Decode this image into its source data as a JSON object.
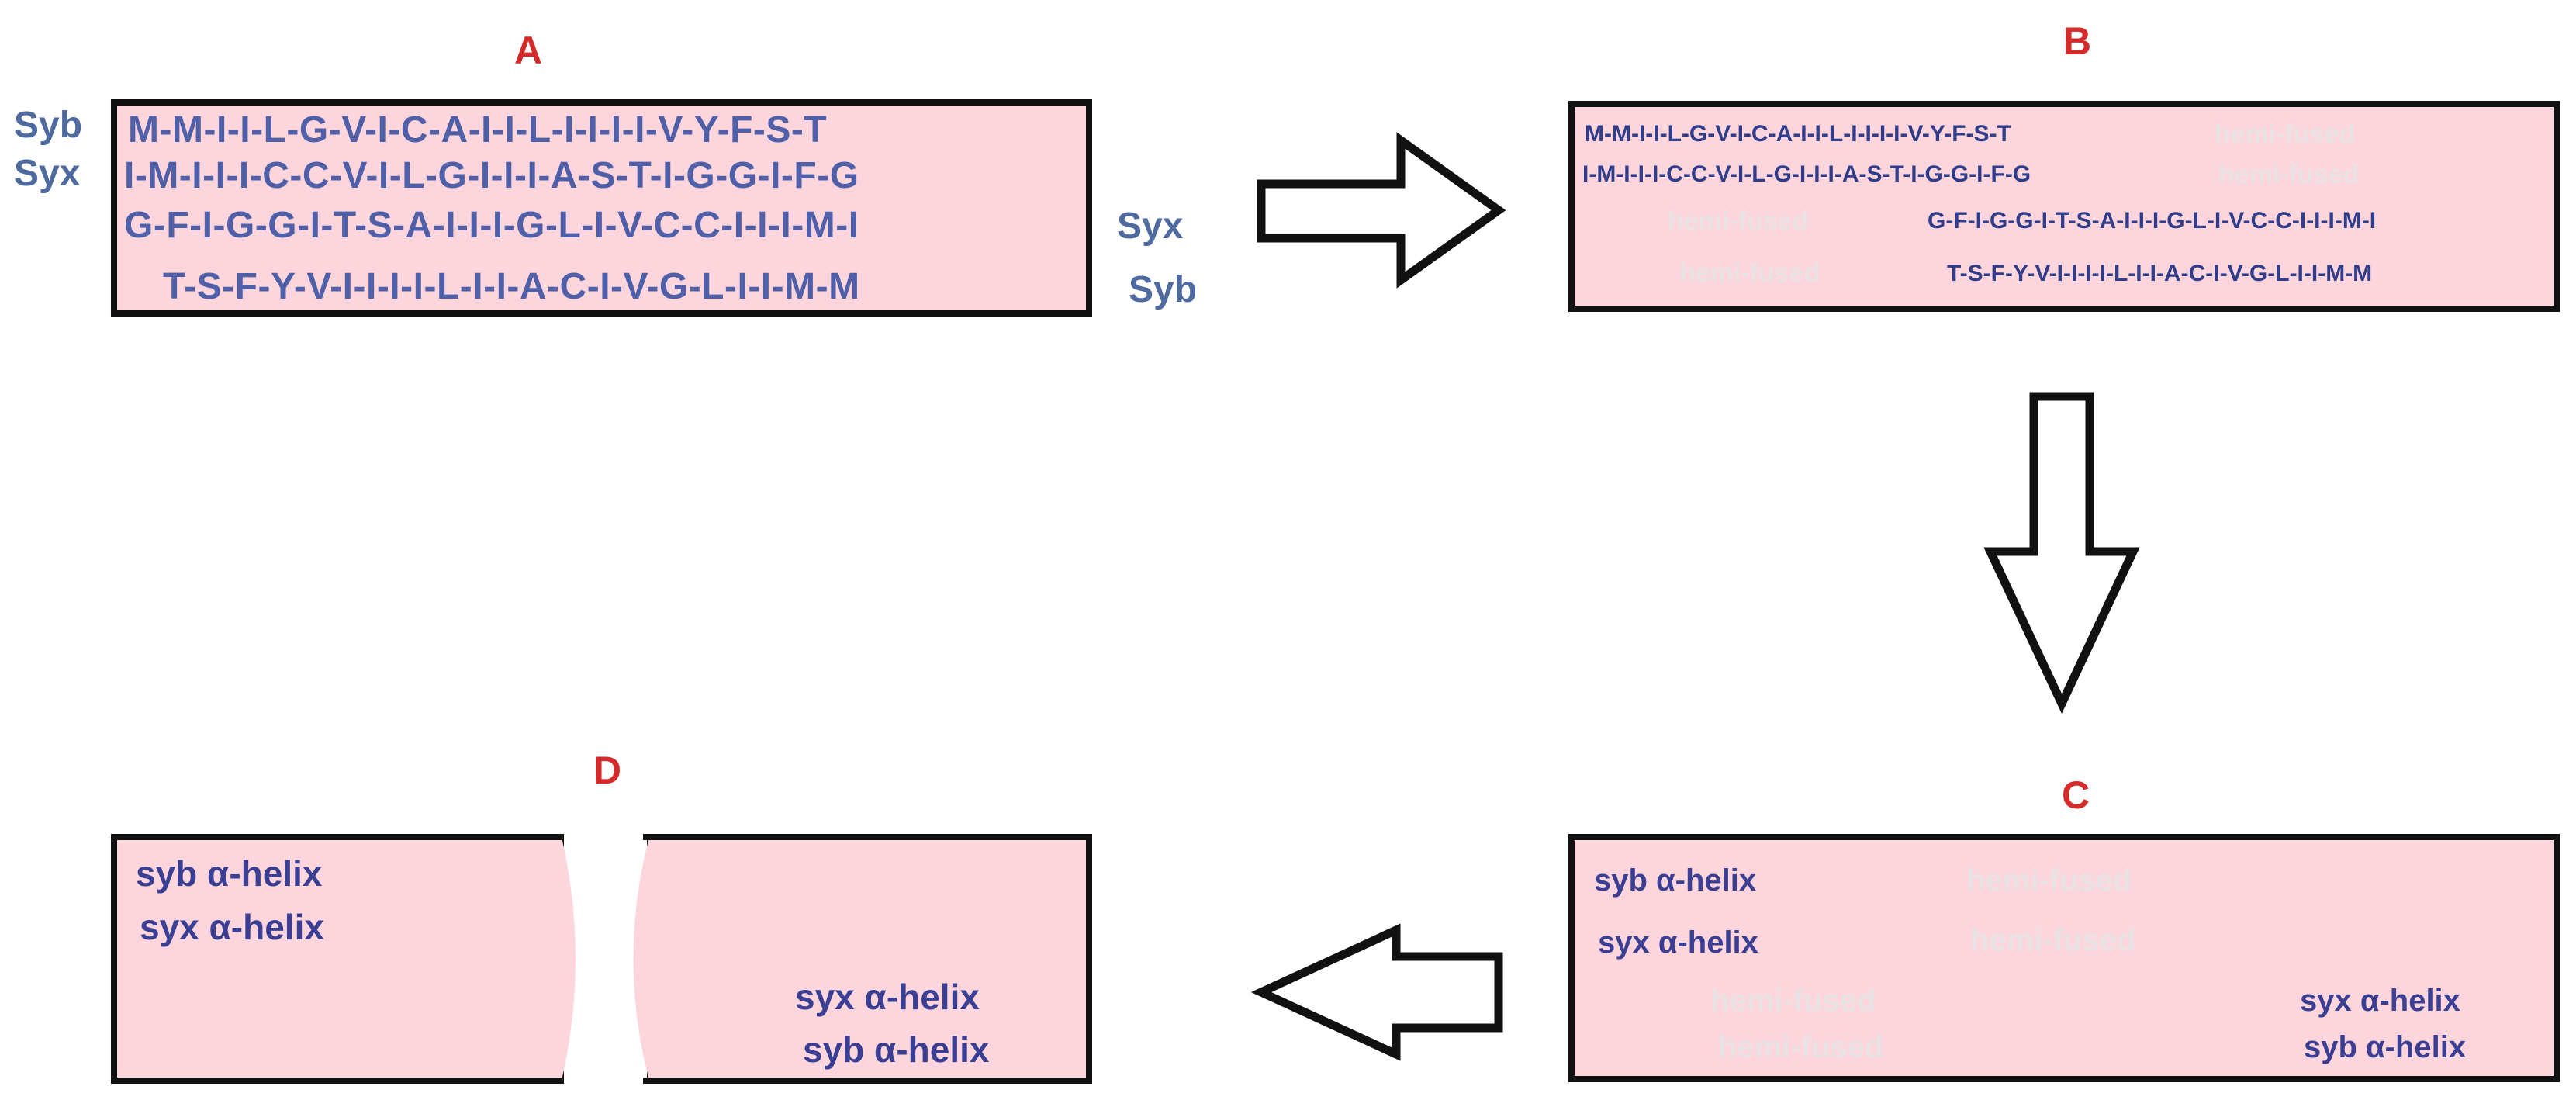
{
  "panels": {
    "a": {
      "title": "A",
      "rows": [
        "M-M-I-I-L-G-V-I-C-A-I-I-L-I-I-I-I-V-Y-F-S-T",
        "I-M-I-I-I-C-C-V-I-L-G-I-I-I-A-S-T-I-G-G-I-F-G",
        "G-F-I-G-G-I-T-S-A-I-I-I-G-L-I-V-C-C-I-I-I-M-I",
        "T-S-F-Y-V-I-I-I-I-L-I-I-A-C-I-V-G-L-I-I-M-M"
      ],
      "left_labels": [
        "Syb",
        "Syx"
      ],
      "right_labels": [
        "Syx",
        "Syb"
      ]
    },
    "b": {
      "title": "B",
      "rows": [
        "M-M-I-I-L-G-V-I-C-A-I-I-L-I-I-I-I-V-Y-F-S-T",
        "I-M-I-I-I-C-C-V-I-L-G-I-I-I-A-S-T-I-G-G-I-F-G",
        "G-F-I-G-G-I-T-S-A-I-I-I-G-L-I-V-C-C-I-I-I-M-I",
        "T-S-F-Y-V-I-I-I-I-L-I-I-A-C-I-V-G-L-I-I-M-M"
      ],
      "ghost": "hemi-fused"
    },
    "c": {
      "title": "C",
      "left_top": [
        "syb α-helix",
        "syx α-helix"
      ],
      "right_bottom": [
        "syx α-helix",
        "syb α-helix"
      ],
      "ghost": "hemi-fused"
    },
    "d": {
      "title": "D",
      "left_top": [
        "syb α-helix",
        "syx α-helix"
      ],
      "right_bottom": [
        "syx α-helix",
        "syb α-helix"
      ]
    }
  },
  "colors": {
    "panel_fill": "#fdd5dd",
    "panel_border": "#111111",
    "title": "#d42a2a",
    "sequence_text": "#5060a8",
    "helix_text": "#3a3f93",
    "ghost_text": "#e9e2e4"
  }
}
